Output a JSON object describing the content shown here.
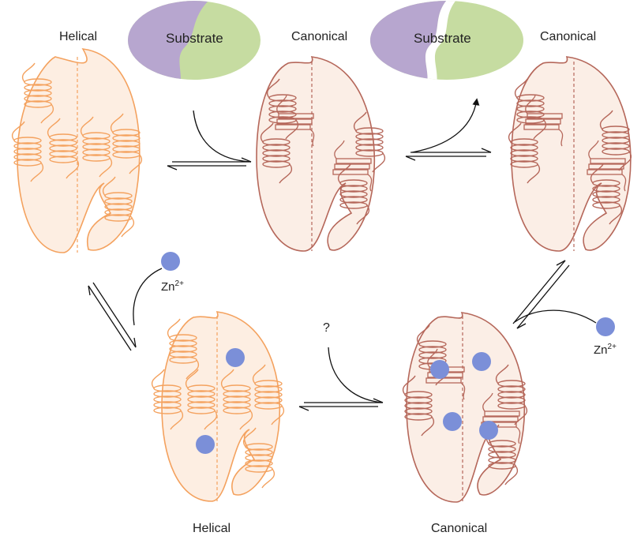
{
  "labels": {
    "helical_top": "Helical",
    "canonical_top_mid": "Canonical",
    "canonical_top_right": "Canonical",
    "helical_bottom": "Helical",
    "canonical_bottom": "Canonical",
    "substrate_left": "Substrate",
    "substrate_right": "Substrate",
    "question": "?"
  },
  "ions": {
    "left": {
      "base": "Zn",
      "charge": "2+"
    },
    "right": {
      "base": "Zn",
      "charge": "2+"
    }
  },
  "colors": {
    "helical": "#f4a25f",
    "helical_fill": "#fdeee2",
    "canonical": "#b5675a",
    "canonical_fill": "#fbeee6",
    "zinc": "#7b8fd8",
    "substrate_purple": "#b7a6cf",
    "substrate_green": "#c6dca1",
    "arrow": "#111111"
  }
}
